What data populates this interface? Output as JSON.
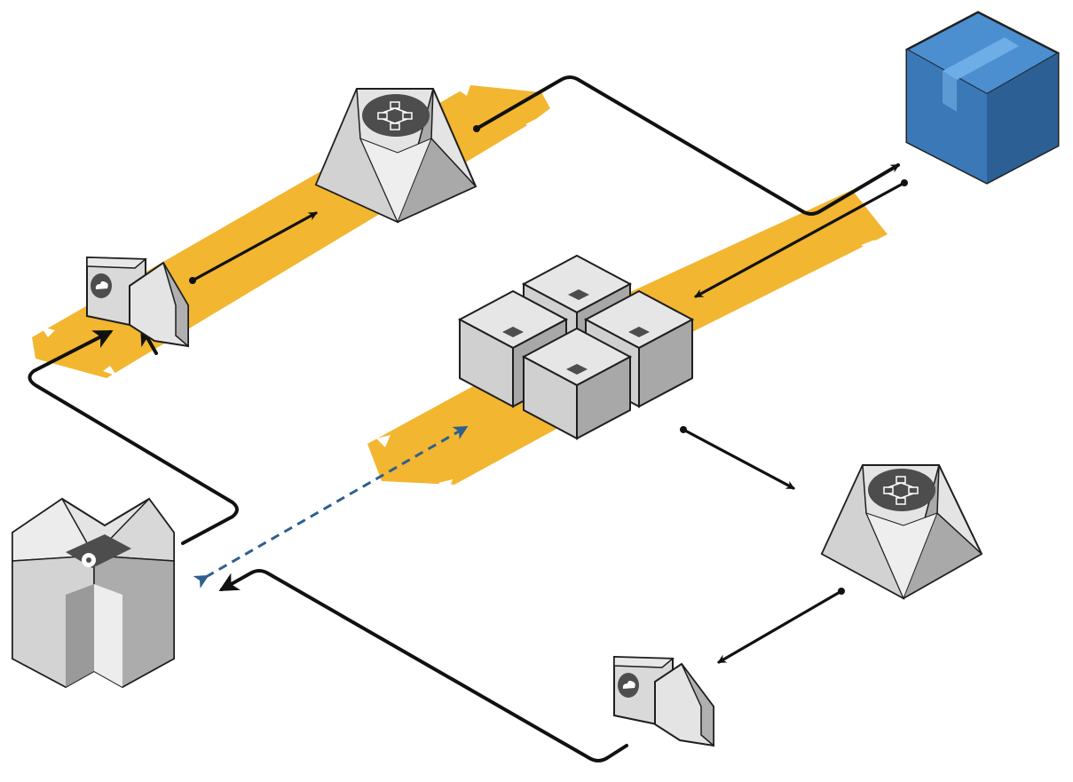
{
  "diagram": {
    "type": "isometric-architecture",
    "colors": {
      "lane": "#f2b630",
      "node_light": "#e4e4e4",
      "node_mid": "#cfcfcf",
      "node_dark": "#a9a9a9",
      "outline": "#1e1e1e",
      "icon_bg": "#4d4d4d",
      "package_blue": "#3f7fc1",
      "edge": "#111111",
      "dashed_edge": "#2f5f8f"
    },
    "nodes": [
      {
        "id": "router-top",
        "icon": "workflow-icon"
      },
      {
        "id": "router-bottom-right",
        "icon": "workflow-icon"
      },
      {
        "id": "gateway-left",
        "icon": "cloud-icon"
      },
      {
        "id": "gateway-bottom",
        "icon": "cloud-icon"
      },
      {
        "id": "instance-cluster",
        "count": 4,
        "icon": "chip-icon"
      },
      {
        "id": "package",
        "icon": "box-icon"
      },
      {
        "id": "storage-bucket",
        "icon": "gear-icon"
      }
    ],
    "lanes": [
      "upper-lane",
      "right-lane",
      "center-lane"
    ],
    "edges": [
      {
        "from": "gateway-left",
        "to": "router-top",
        "style": "solid"
      },
      {
        "from": "router-top",
        "to": "package",
        "style": "solid"
      },
      {
        "from": "package",
        "to": "instance-cluster",
        "style": "solid"
      },
      {
        "from": "instance-cluster",
        "to": "router-bottom-right",
        "style": "solid"
      },
      {
        "from": "router-bottom-right",
        "to": "gateway-bottom",
        "style": "solid"
      },
      {
        "from": "gateway-bottom",
        "to": "storage-bucket",
        "style": "solid"
      },
      {
        "from": "storage-bucket",
        "to": "gateway-left",
        "style": "solid"
      },
      {
        "from": "storage-bucket",
        "to": "instance-cluster",
        "style": "dashed"
      }
    ]
  }
}
